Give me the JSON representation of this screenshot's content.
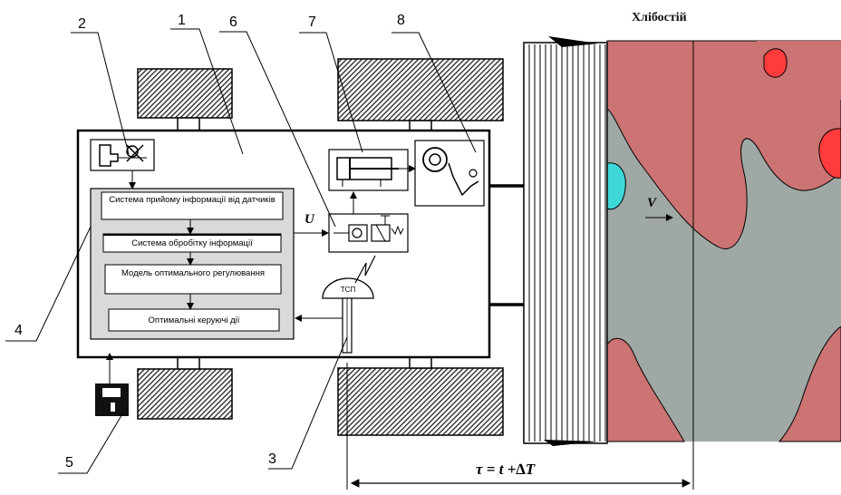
{
  "field": {
    "label": "Хлібостій",
    "velocity_symbol": "V"
  },
  "callouts": [
    "1",
    "2",
    "3",
    "4",
    "5",
    "6",
    "7",
    "8"
  ],
  "control_system": {
    "block1": "Система прийому інформації від датчиків",
    "block2": "Система обробітку інформації",
    "block3": "Модель оптимального регулювання",
    "block4": "Оптимальні керуючі дії"
  },
  "control_signal": "U",
  "sensor_label": "ТСП",
  "time_formula": "τ = t +∆T",
  "colors": {
    "crop_field": "#cc7373",
    "field_gray": "#9fa8a4",
    "hot_spot": "#ff3b3b",
    "cyan_spot": "#3fd8d8",
    "hatch": "#222222"
  }
}
